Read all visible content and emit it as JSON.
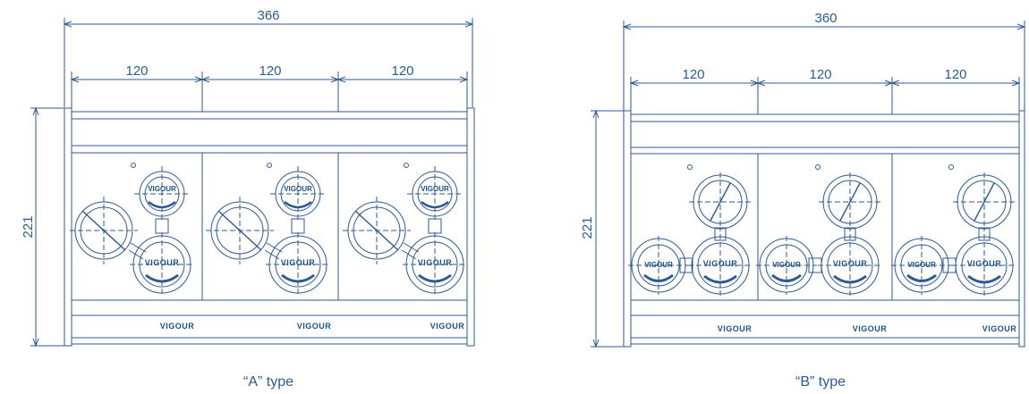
{
  "colors": {
    "line": "#2c5a92",
    "text": "#2c5a92",
    "background": "#ffffff"
  },
  "views": [
    {
      "caption": "“A” type",
      "overall_width": "366",
      "module_widths": [
        "120",
        "120",
        "120"
      ],
      "height": "221",
      "bottom_labels": [
        "VIGOUR",
        "VIGOUR",
        "VIGOUR"
      ],
      "regulator_brand": "VIGOUR"
    },
    {
      "caption": "“B” type",
      "overall_width": "360",
      "module_widths": [
        "120",
        "120",
        "120"
      ],
      "height": "221",
      "bottom_labels": [
        "VIGOUR",
        "VIGOUR",
        "VIGOUR"
      ],
      "regulator_brand": "VIGOUR"
    }
  ]
}
